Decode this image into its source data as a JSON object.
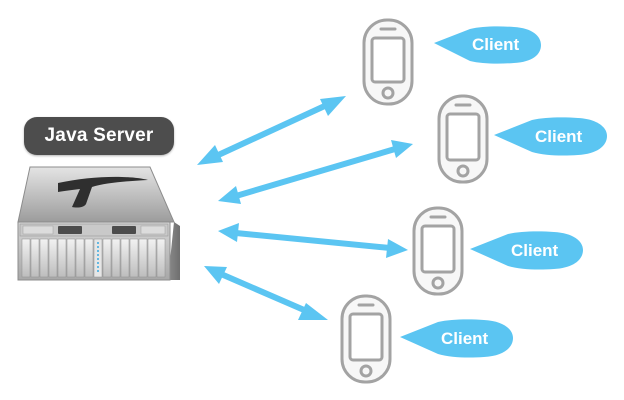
{
  "server": {
    "label": "Java Server",
    "icon": "rack-server-icon"
  },
  "clients": [
    {
      "label": "Client",
      "icon": "mobile-phone-icon"
    },
    {
      "label": "Client",
      "icon": "mobile-phone-icon"
    },
    {
      "label": "Client",
      "icon": "mobile-phone-icon"
    },
    {
      "label": "Client",
      "icon": "mobile-phone-icon"
    }
  ],
  "connections": [
    {
      "from": "Java Server",
      "to": "Client",
      "direction": "bidirectional"
    },
    {
      "from": "Java Server",
      "to": "Client",
      "direction": "bidirectional"
    },
    {
      "from": "Java Server",
      "to": "Client",
      "direction": "bidirectional"
    },
    {
      "from": "Java Server",
      "to": "Client",
      "direction": "bidirectional"
    }
  ],
  "colors": {
    "arrow": "#5bc5f2",
    "bubble": "#5bc5f2",
    "label_box": "#4d4d4d",
    "phone_outline": "#a3a3a3"
  }
}
